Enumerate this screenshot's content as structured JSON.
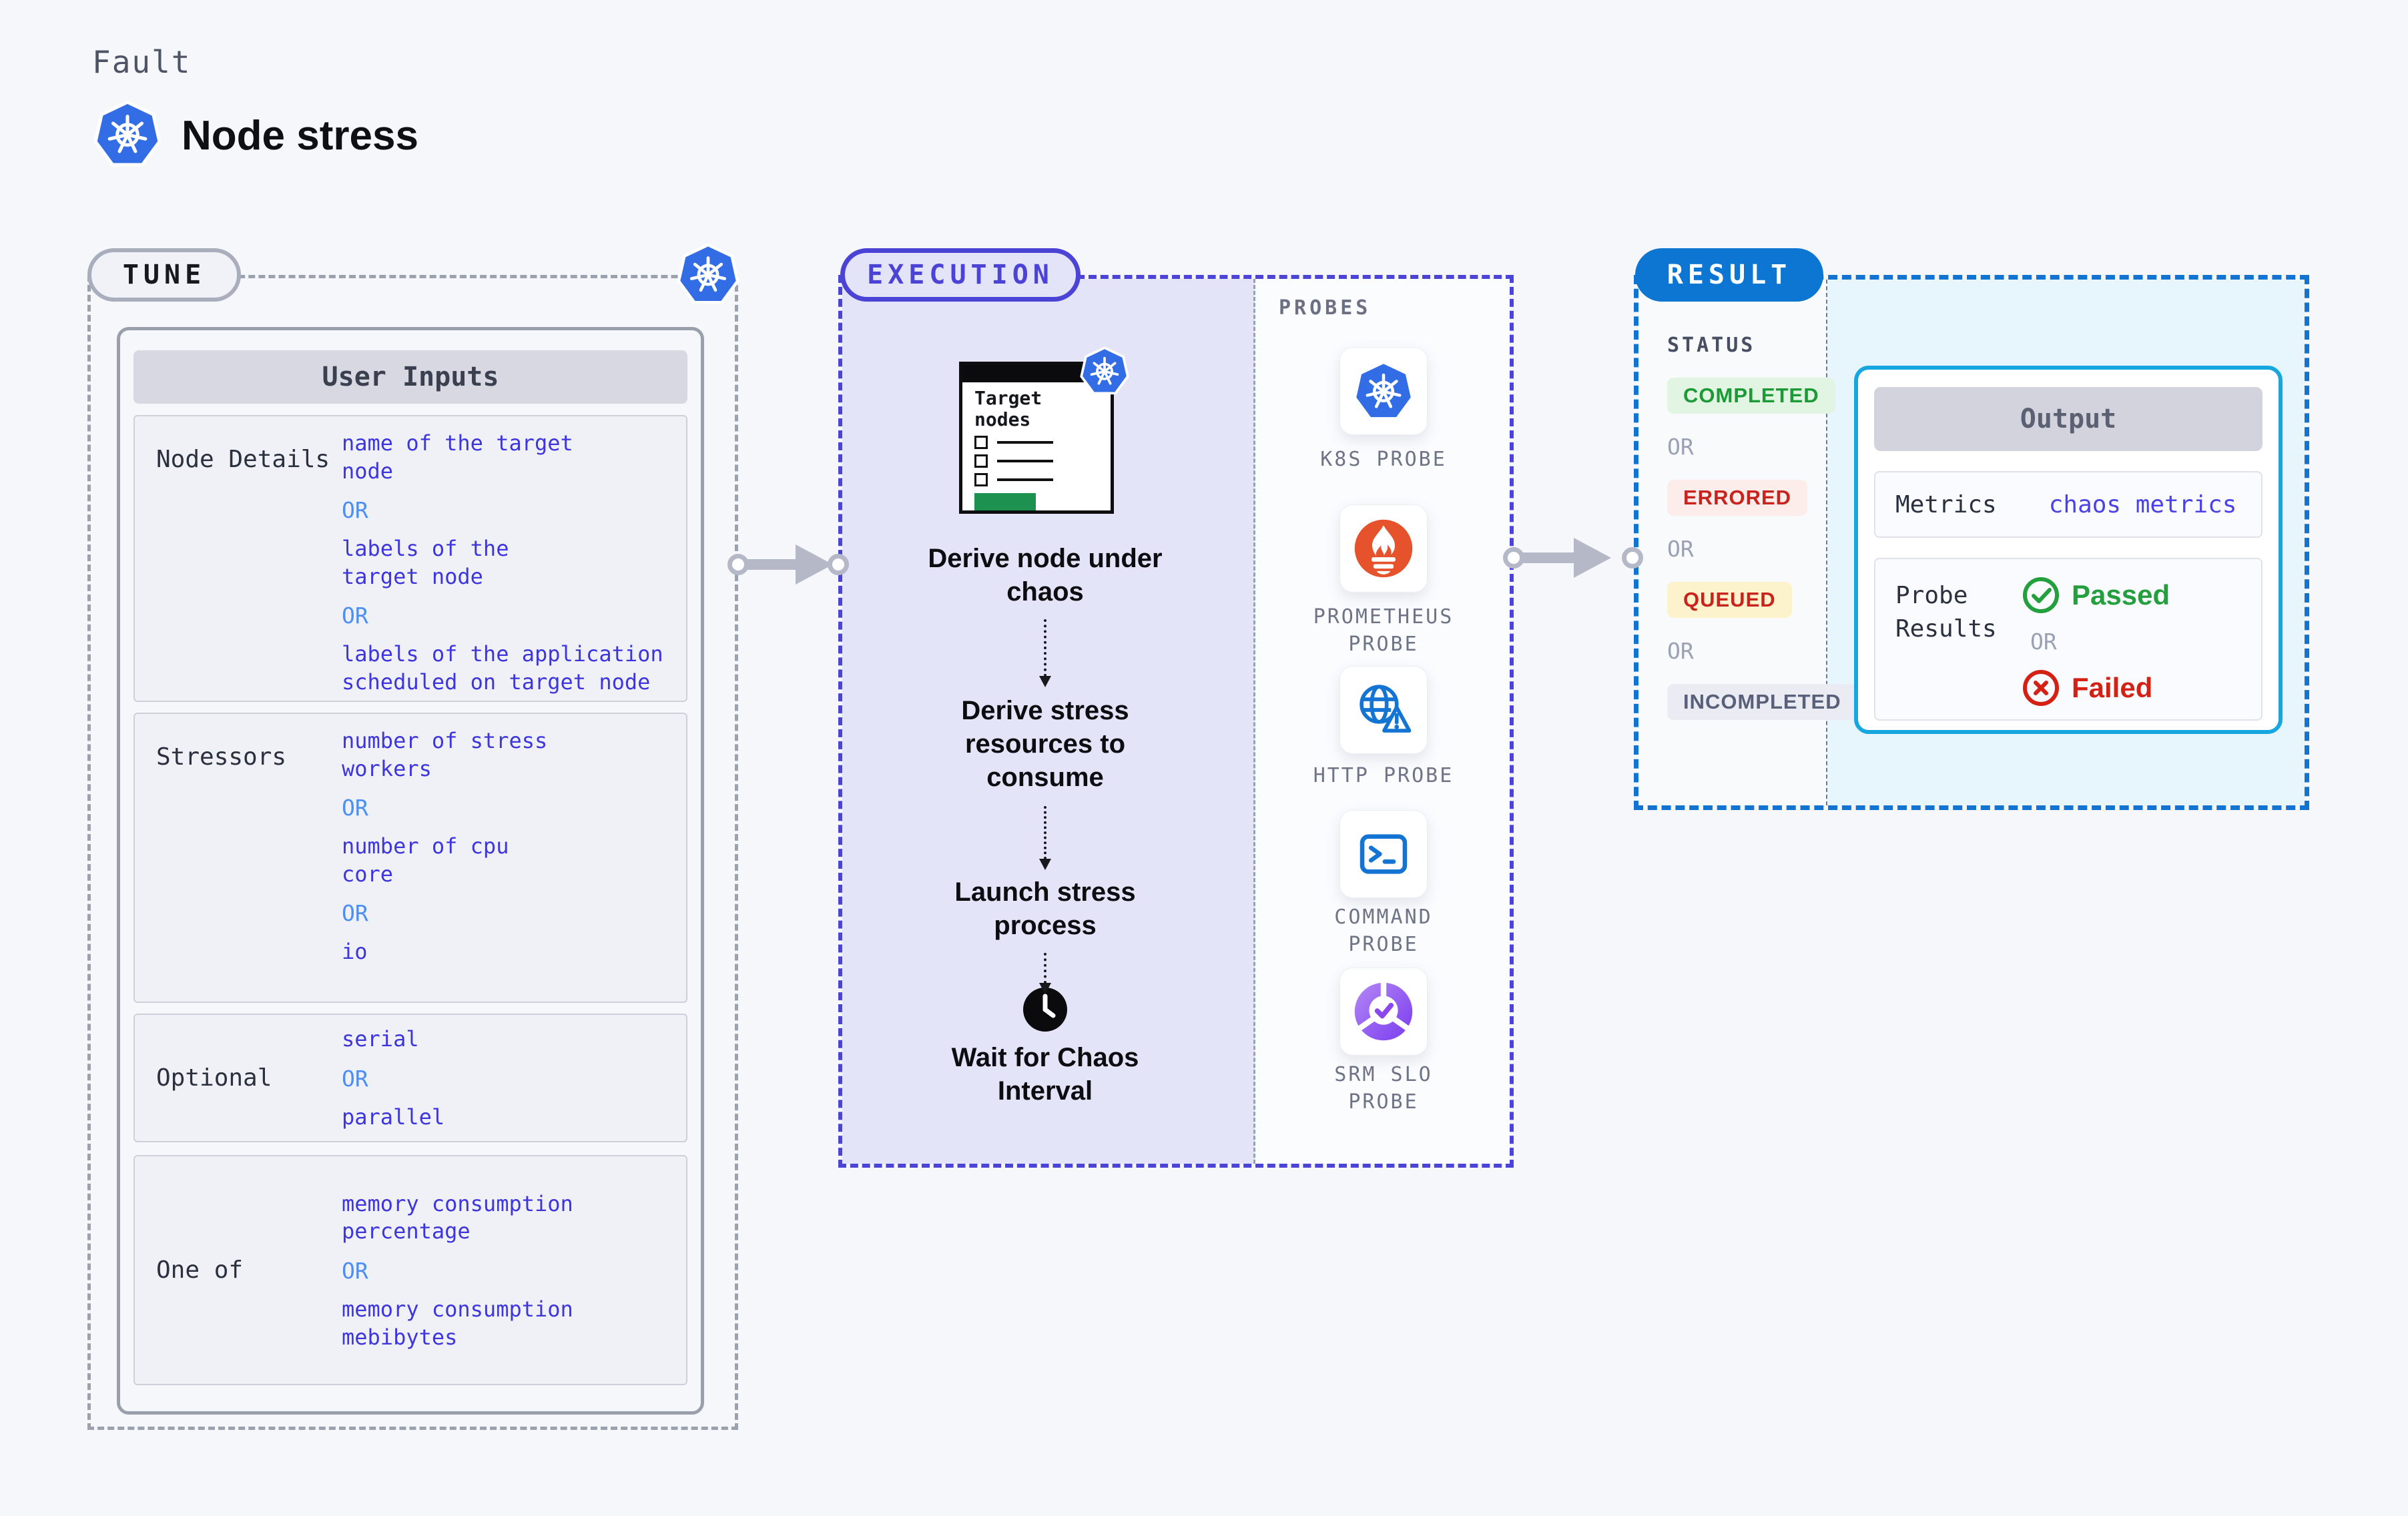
{
  "page": {
    "eyebrow": "Fault",
    "title": "Node stress"
  },
  "labels": {
    "or": "OR"
  },
  "tune": {
    "pill": "TUNE",
    "panel_title": "User Inputs",
    "rows": [
      {
        "label": "Node Details",
        "options": [
          "name of the target\nnode",
          "labels of the\ntarget node",
          "labels of the application\nscheduled on target node"
        ]
      },
      {
        "label": "Stressors",
        "options": [
          "number of stress\nworkers",
          "number of cpu\ncore",
          "io"
        ]
      },
      {
        "label": "Optional",
        "options": [
          "serial",
          "parallel"
        ]
      },
      {
        "label": "One of",
        "options": [
          "memory consumption\npercentage",
          "memory consumption\nmebibytes"
        ]
      }
    ]
  },
  "execution": {
    "pill": "EXECUTION",
    "target_card_title": "Target\nnodes",
    "steps": [
      "Derive node under\nchaos",
      "Derive stress\nresources to\nconsume",
      "Launch stress\nprocess",
      "Wait for Chaos\nInterval"
    ],
    "probes": {
      "title": "PROBES",
      "items": [
        {
          "label": "K8S PROBE",
          "icon": "kubernetes-icon"
        },
        {
          "label": "PROMETHEUS\nPROBE",
          "icon": "prometheus-icon"
        },
        {
          "label": "HTTP PROBE",
          "icon": "globe-warning-icon"
        },
        {
          "label": "COMMAND\nPROBE",
          "icon": "terminal-icon"
        },
        {
          "label": "SRM SLO\nPROBE",
          "icon": "slo-gauge-check-icon"
        }
      ]
    }
  },
  "result": {
    "pill": "RESULT",
    "status_title": "STATUS",
    "statuses": [
      {
        "label": "COMPLETED"
      },
      {
        "label": "ERRORED"
      },
      {
        "label": "QUEUED"
      },
      {
        "label": "INCOMPLETED"
      }
    ],
    "output": {
      "title": "Output",
      "metrics_label": "Metrics",
      "metrics_value": "chaos metrics",
      "probe_results_label": "Probe\nResults",
      "passed": "Passed",
      "failed": "Failed"
    }
  },
  "colors": {
    "page_bg": "#f6f7fb",
    "tune_dash": "#9ba1ae",
    "execution_indigo": "#4c43d7",
    "execution_lavender": "#e4e4f9",
    "result_blue": "#0d76d2",
    "output_border_cyan": "#17a6e0",
    "value_indigo": "#3d35dd",
    "or_blue": "#4b8ff2",
    "passed_green": "#23a03d",
    "failed_red": "#d42114",
    "completed_green": "#1b9a35",
    "errored_red": "#c8231c",
    "queued_bg": "#fcf2cc",
    "kubernetes_blue": "#326de6",
    "prometheus_orange": "#e6522c",
    "srm_purple": "#8b46ee",
    "arrow_gray": "#b5b8c6"
  }
}
